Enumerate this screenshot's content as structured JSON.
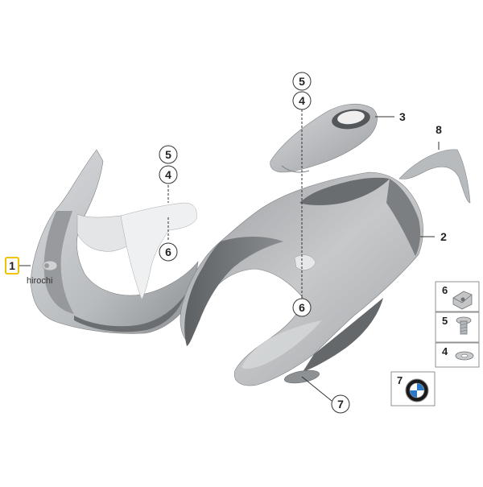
{
  "colors": {
    "highlight": "#f2c200",
    "part_light": "#c9cbcd",
    "part_mid": "#a8abae",
    "part_dark": "#6f7275",
    "line": "#333333"
  },
  "highlighted_part": "1",
  "watermark": "hirochi",
  "callouts": {
    "c1": "1",
    "c2": "2",
    "c3": "3",
    "c8": "8",
    "c5a": "5",
    "c4a": "4",
    "c6a": "6",
    "c5b": "5",
    "c4b": "4",
    "c6b": "6",
    "c7": "7"
  },
  "legend": {
    "items": [
      {
        "number": "6",
        "icon": "clip-nut-icon"
      },
      {
        "number": "5",
        "icon": "screw-icon"
      },
      {
        "number": "4",
        "icon": "washer-icon"
      },
      {
        "number": "7",
        "icon": "bmw-emblem-icon"
      }
    ]
  }
}
